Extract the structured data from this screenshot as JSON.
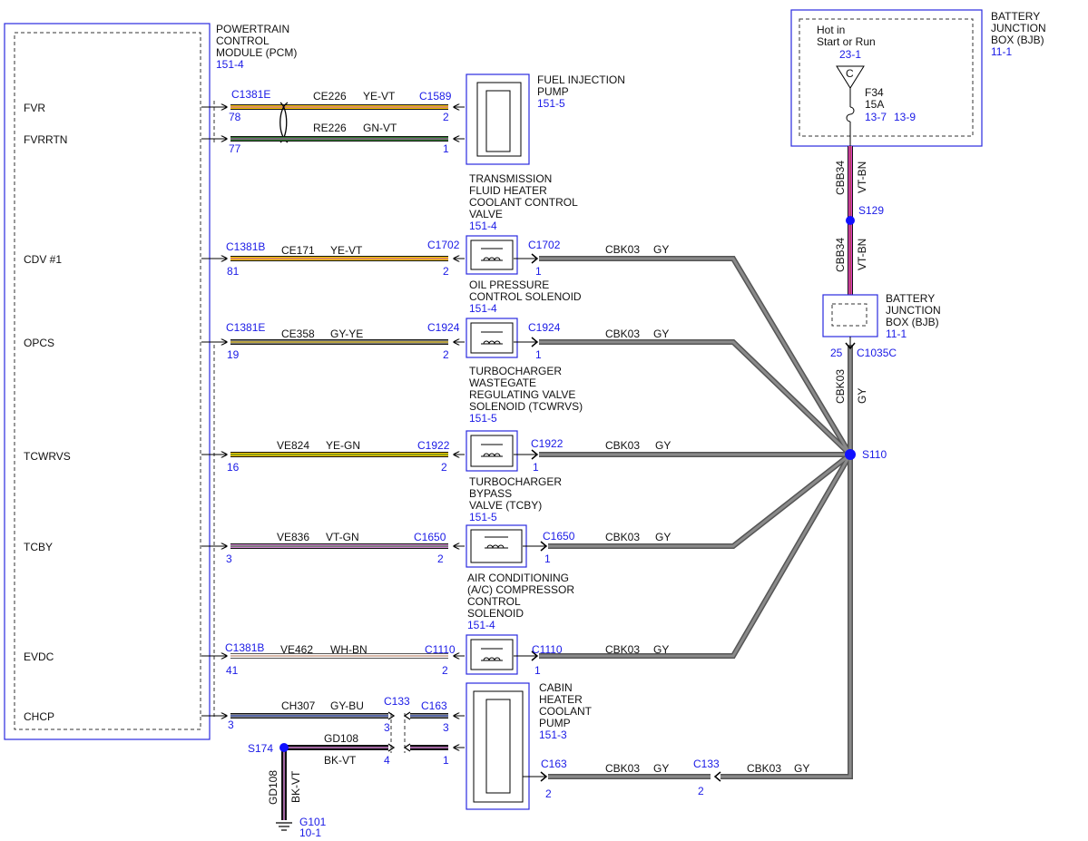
{
  "pcm": {
    "title_lines": [
      "POWERTRAIN",
      "CONTROL",
      "MODULE (PCM)"
    ],
    "ref": "151-4",
    "pins": {
      "fvr": "FVR",
      "fvrrtn": "FVRRTN",
      "cdv1": "CDV #1",
      "opcs": "OPCS",
      "tcwrvs": "TCWRVS",
      "tcby": "TCBY",
      "evdc": "EVDC",
      "chcp": "CHCP"
    }
  },
  "wires": {
    "fvr": {
      "conn": "C1381E",
      "pin": "78",
      "circuit": "CE226",
      "color": "YE-VT",
      "comp_conn": "C1589",
      "comp_pin": "2"
    },
    "fvrrtn": {
      "pin": "77",
      "circuit": "RE226",
      "color": "GN-VT",
      "comp_pin": "1"
    },
    "cdv1": {
      "conn": "C1381B",
      "pin": "81",
      "circuit": "CE171",
      "color": "YE-VT",
      "comp_conn": "C1702",
      "comp_pin": "2"
    },
    "opcs": {
      "conn": "C1381E",
      "pin": "19",
      "circuit": "CE358",
      "color": "GY-YE",
      "comp_conn": "C1924",
      "comp_pin": "2"
    },
    "tcwrvs": {
      "pin": "16",
      "circuit": "VE824",
      "color": "YE-GN",
      "comp_conn": "C1922",
      "comp_pin": "2"
    },
    "tcby": {
      "pin": "3",
      "circuit": "VE836",
      "color": "VT-GN",
      "comp_conn": "C1650",
      "comp_pin": "2"
    },
    "evdc": {
      "conn": "C1381B",
      "pin": "41",
      "circuit": "VE462",
      "color": "WH-BN",
      "comp_conn": "C1110",
      "comp_pin": "2"
    },
    "chcp": {
      "pin": "3",
      "circuit": "CH307",
      "color": "GY-BU",
      "inline_a": "C133",
      "inline_a_pin": "3",
      "inline_b": "C163",
      "inline_b_pin": "3"
    },
    "ground": {
      "circuit": "GD108",
      "color": "BK-VT",
      "inline_pin_a": "4",
      "inline_pin_b": "1",
      "splice": "S174",
      "vert_circuit": "GD108",
      "vert_color": "BK-VT",
      "ground_id": "G101",
      "ground_ref": "10-1"
    }
  },
  "components": {
    "fuel_pump": {
      "lines": [
        "FUEL INJECTION",
        "PUMP"
      ],
      "ref": "151-5"
    },
    "tfhccv": {
      "lines": [
        "TRANSMISSION",
        "FLUID HEATER",
        "COOLANT CONTROL",
        "VALVE"
      ],
      "ref": "151-4",
      "out_conn": "C1702",
      "out_pin": "1"
    },
    "opcs": {
      "lines": [
        "OIL PRESSURE",
        "CONTROL SOLENOID"
      ],
      "ref": "151-4",
      "out_conn": "C1924",
      "out_pin": "1"
    },
    "tcwrvs": {
      "lines": [
        "TURBOCHARGER",
        "WASTEGATE",
        "REGULATING VALVE",
        "SOLENOID (TCWRVS)"
      ],
      "ref": "151-5",
      "out_conn": "C1922",
      "out_pin": "1"
    },
    "tcby": {
      "lines": [
        "TURBOCHARGER",
        "BYPASS",
        "VALVE (TCBY)"
      ],
      "ref": "151-5",
      "out_conn": "C1650",
      "out_pin": "1"
    },
    "ac": {
      "lines": [
        "AIR CONDITIONING",
        "(A/C) COMPRESSOR",
        "CONTROL",
        "SOLENOID"
      ],
      "ref": "151-4",
      "out_conn": "C1110",
      "out_pin": "1"
    },
    "cabin_pump": {
      "lines": [
        "CABIN",
        "HEATER",
        "COOLANT",
        "PUMP"
      ],
      "ref": "151-3",
      "out_conn": "C163",
      "out_pin": "2"
    }
  },
  "gy_runs": {
    "circuit": "CBK03",
    "color": "GY"
  },
  "bottom_run": {
    "c133": "C133",
    "c133_pin": "2",
    "circuit": "CBK03",
    "color": "GY",
    "c163_circuit": "CBK03",
    "c163_color": "GY"
  },
  "bjb_top": {
    "title_lines": [
      "BATTERY",
      "JUNCTION",
      "BOX (BJB)"
    ],
    "ref": "11-1",
    "hot_lines": [
      "Hot in",
      "Start or Run"
    ],
    "hot_ref": "23-1",
    "fuse_letter": "C",
    "fuse_name": "F34",
    "fuse_rating": "15A",
    "fuse_ref1": "13-7",
    "fuse_ref2": "13-9"
  },
  "vertical": {
    "cbb34_a": "CBB34",
    "cbb34_a_color": "VT-BN",
    "s129": "S129",
    "cbb34_b": "CBB34",
    "cbb34_b_color": "VT-BN",
    "bjb2_lines": [
      "BATTERY",
      "JUNCTION",
      "BOX (BJB)"
    ],
    "bjb2_ref": "11-1",
    "bjb2_pin": "25",
    "bjb2_conn": "C1035C",
    "gy_circuit": "CBK03",
    "gy_color": "GY",
    "s110": "S110"
  },
  "colors": {
    "frame_blue": "#2a2ae0",
    "label_blue": "#1a1ae6",
    "splice_blue": "#1010ff",
    "yellow": "#f2c400",
    "violet": "#c050c0",
    "green": "#2e7d2e",
    "gray": "#808080",
    "pink": "#e040c0"
  }
}
